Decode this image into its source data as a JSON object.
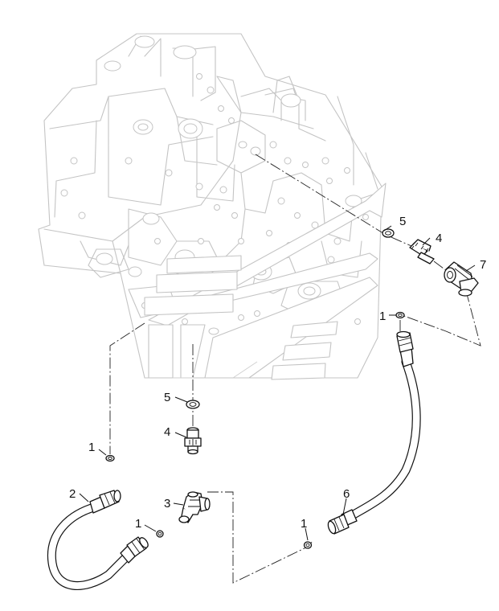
{
  "diagram": {
    "type": "exploded parts diagram",
    "background_assembly": "control valve block (ghosted)",
    "colors": {
      "line": "#111111",
      "ghost": "#c4c4c4",
      "background": "#ffffff"
    },
    "callouts": [
      {
        "id": "c1a",
        "number": "1"
      },
      {
        "id": "c1b",
        "number": "1"
      },
      {
        "id": "c1c",
        "number": "1"
      },
      {
        "id": "c1d",
        "number": "1"
      },
      {
        "id": "c2",
        "number": "2"
      },
      {
        "id": "c3",
        "number": "3"
      },
      {
        "id": "c4a",
        "number": "4"
      },
      {
        "id": "c4b",
        "number": "4"
      },
      {
        "id": "c5a",
        "number": "5"
      },
      {
        "id": "c5b",
        "number": "5"
      },
      {
        "id": "c6",
        "number": "6"
      },
      {
        "id": "c7",
        "number": "7"
      }
    ]
  }
}
